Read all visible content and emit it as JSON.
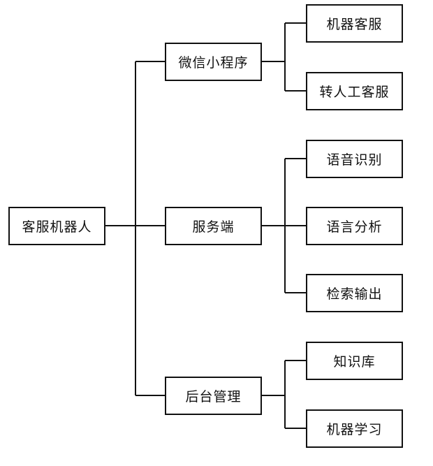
{
  "root": {
    "label": "客服机器人"
  },
  "branches": [
    {
      "label": "微信小程序",
      "children": [
        {
          "label": "机器客服"
        },
        {
          "label": "转人工客服"
        }
      ]
    },
    {
      "label": "服务端",
      "children": [
        {
          "label": "语音识别"
        },
        {
          "label": "语言分析"
        },
        {
          "label": "检索输出"
        }
      ]
    },
    {
      "label": "后台管理",
      "children": [
        {
          "label": "知识库"
        },
        {
          "label": "机器学习"
        }
      ]
    }
  ]
}
